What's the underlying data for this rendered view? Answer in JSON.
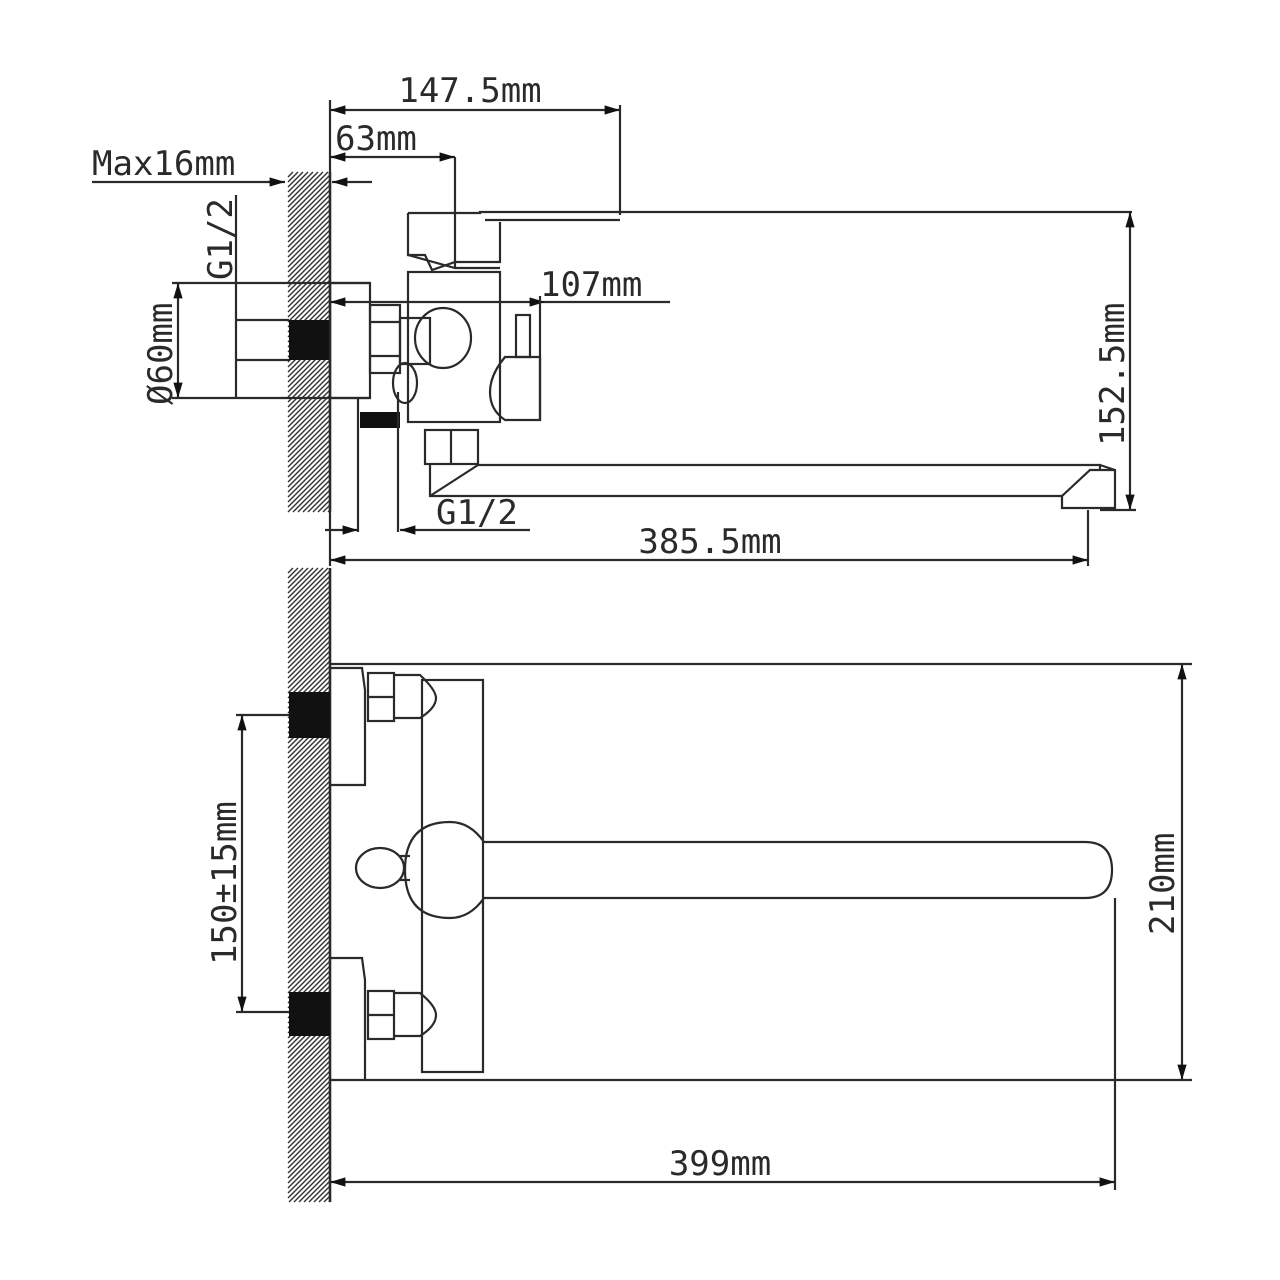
{
  "title": "Wall-mounted bath mixer dimension drawing",
  "side_view": {
    "dim_total_depth": "147.5mm",
    "dim_handle_offset": "63mm",
    "dim_wall_max": "Max16mm",
    "dim_thread_inlet": "G1/2",
    "dim_flange_diameter": "Ø60mm",
    "dim_body_depth": "107mm",
    "dim_height": "152.5mm",
    "dim_thread_outlet": "G1/2",
    "dim_spout_reach": "385.5mm"
  },
  "top_view": {
    "dim_inlet_spacing": "150±15mm",
    "dim_width": "210mm",
    "dim_total_length": "399mm"
  },
  "colors": {
    "line": "#2a2a2a",
    "fill": "#111111",
    "background": "#ffffff"
  }
}
